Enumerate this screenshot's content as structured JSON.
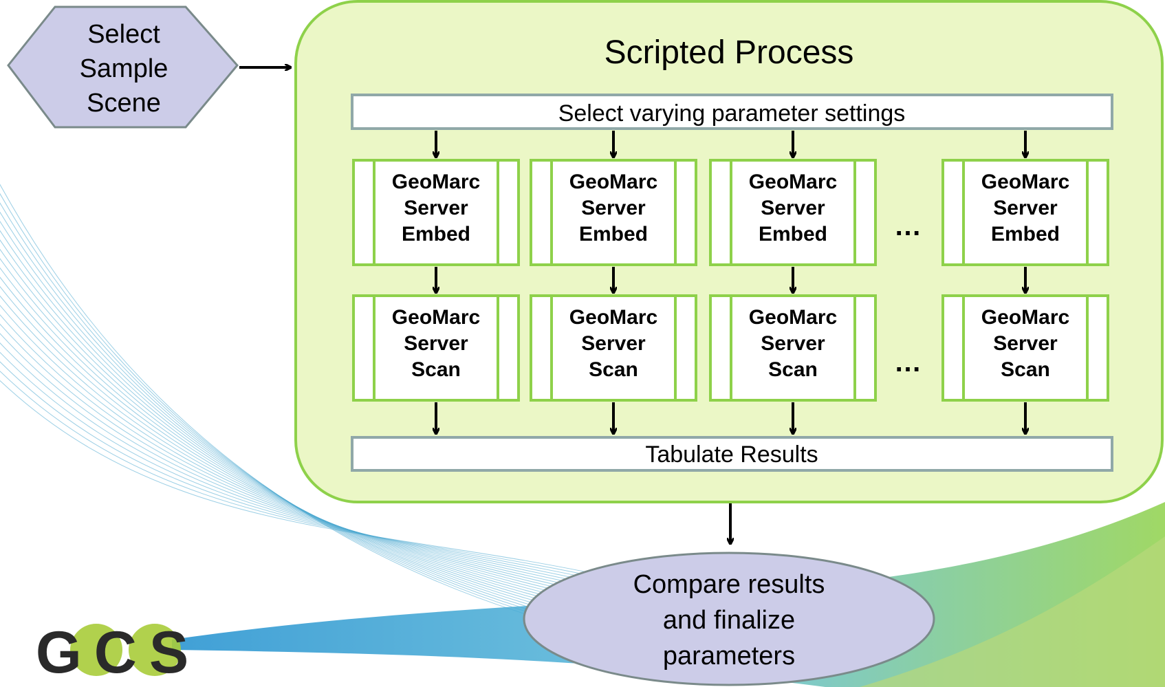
{
  "start": {
    "lines": [
      "Select",
      "Sample",
      "Scene"
    ]
  },
  "process": {
    "title": "Scripted Process"
  },
  "select_bar": {
    "label": "Select varying parameter settings"
  },
  "embed_box": {
    "lines": [
      "GeoMarc",
      "Server",
      "Embed"
    ]
  },
  "scan_box": {
    "lines": [
      "GeoMarc",
      "Server",
      "Scan"
    ]
  },
  "ellipsis": "…",
  "tabulate_bar": {
    "label": "Tabulate Results"
  },
  "end": {
    "lines": [
      "Compare results",
      "and finalize",
      "parameters"
    ]
  },
  "logo": {
    "text": "GCS"
  },
  "colors": {
    "process_fill": "#ebf7c6",
    "process_border": "#8ed14a",
    "subprocess_border": "#8ed14a",
    "bar_border": "#90a8a8",
    "node_fill": "#cccce8",
    "node_border": "#7a8a8a",
    "logo_text": "#2a2a2a",
    "logo_circle": "#a8cc3a"
  }
}
